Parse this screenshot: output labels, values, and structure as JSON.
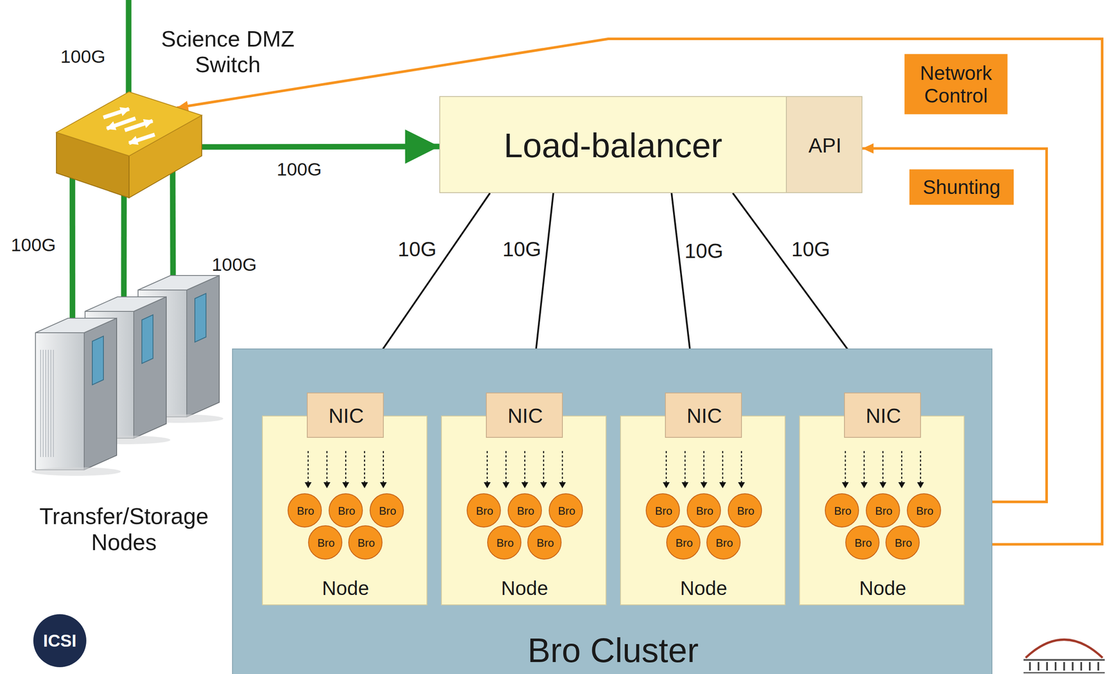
{
  "diagram": {
    "nodes": [
      {
        "text": [
          "Science DMZ Switch"
        ]
      },
      {
        "text": [
          "Load-balancer"
        ]
      },
      {
        "text": [
          "API"
        ],
        "in": 1
      },
      {
        "text": [
          "Transfer/Storage Nodes"
        ]
      },
      {
        "text": [
          "Bro Cluster"
        ]
      },
      {
        "text": [
          "Node"
        ],
        "in": 4
      },
      {
        "text": [
          "NIC"
        ],
        "in": 5
      },
      {
        "text": [
          "Bro"
        ],
        "in": 5
      },
      {
        "text": [
          "Bro"
        ],
        "in": 5
      },
      {
        "text": [
          "Bro"
        ],
        "in": 5
      },
      {
        "text": [
          "Bro"
        ],
        "in": 5
      },
      {
        "text": [
          "Bro"
        ],
        "in": 5
      },
      {
        "text": [
          "Node"
        ],
        "in": 4
      },
      {
        "text": [
          "NIC"
        ],
        "in": 12
      },
      {
        "text": [
          "Bro"
        ],
        "in": 12
      },
      {
        "text": [
          "Bro"
        ],
        "in": 12
      },
      {
        "text": [
          "Bro"
        ],
        "in": 12
      },
      {
        "text": [
          "Bro"
        ],
        "in": 12
      },
      {
        "text": [
          "Bro"
        ],
        "in": 12
      },
      {
        "text": [
          "Node"
        ],
        "in": 4
      },
      {
        "text": [
          "NIC"
        ],
        "in": 19
      },
      {
        "text": [
          "Bro"
        ],
        "in": 19
      },
      {
        "text": [
          "Bro"
        ],
        "in": 19
      },
      {
        "text": [
          "Bro"
        ],
        "in": 19
      },
      {
        "text": [
          "Bro"
        ],
        "in": 19
      },
      {
        "text": [
          "Bro"
        ],
        "in": 19
      },
      {
        "text": [
          "Node"
        ],
        "in": 4
      },
      {
        "text": [
          "NIC"
        ],
        "in": 26
      },
      {
        "text": [
          "Bro"
        ],
        "in": 26
      },
      {
        "text": [
          "Bro"
        ],
        "in": 26
      },
      {
        "text": [
          "Bro"
        ],
        "in": 26
      },
      {
        "text": [
          "Bro"
        ],
        "in": 26
      },
      {
        "text": [
          "Bro"
        ],
        "in": 26
      }
    ],
    "edges": [
      {
        "from": 0,
        "to": 1,
        "label": "100G",
        "arrow": "to"
      },
      {
        "from": 0,
        "to": 3,
        "label": "100G",
        "arrow": "none"
      },
      {
        "from": 0,
        "to": 3,
        "arrow": "none"
      },
      {
        "from": 0,
        "to": 3,
        "label": "100G",
        "arrow": "none"
      },
      {
        "from": 1,
        "to": 6,
        "label": "10G",
        "arrow": "to"
      },
      {
        "from": 1,
        "to": 13,
        "label": "10G",
        "arrow": "to"
      },
      {
        "from": 1,
        "to": 20,
        "label": "10G",
        "arrow": "to"
      },
      {
        "from": 1,
        "to": 27,
        "label": "10G",
        "arrow": "to"
      },
      {
        "from": 4,
        "to": 2,
        "label": "Shunting",
        "arrow": "to"
      },
      {
        "from": 4,
        "to": 0,
        "label": "Network Control",
        "arrow": "to"
      }
    ],
    "labels": [
      "100G",
      "ICSI"
    ]
  }
}
